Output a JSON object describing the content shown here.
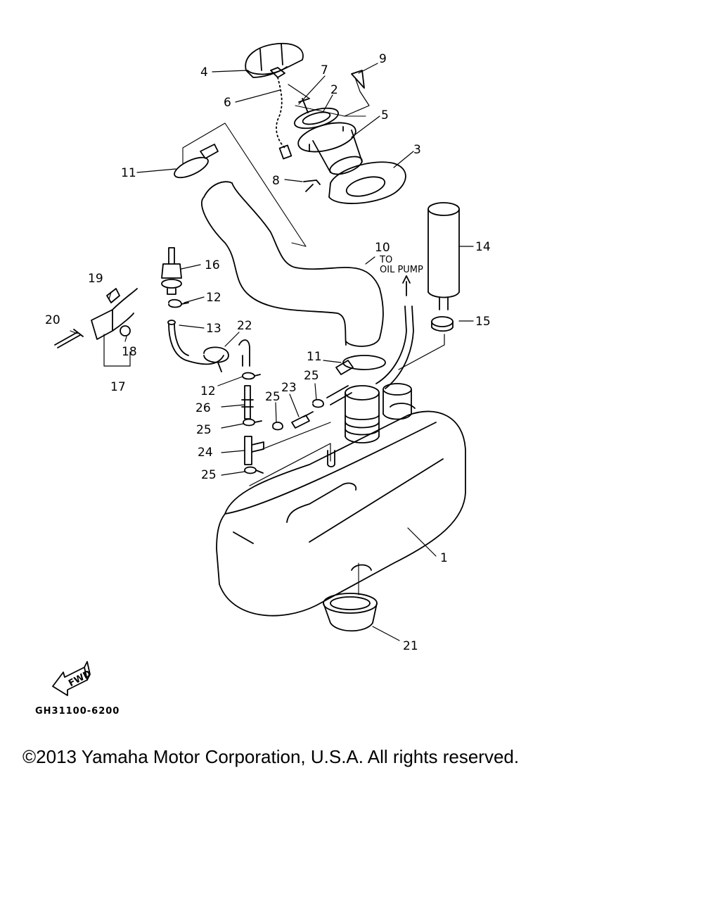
{
  "labels": {
    "c1": "1",
    "c2": "2",
    "c3": "3",
    "c4": "4",
    "c5": "5",
    "c6": "6",
    "c7": "7",
    "c8": "8",
    "c9": "9",
    "c10": "10",
    "c11a": "11",
    "c11b": "11",
    "c12a": "12",
    "c12b": "12",
    "c13": "13",
    "c14": "14",
    "c15": "15",
    "c16": "16",
    "c17": "17",
    "c18": "18",
    "c19": "19",
    "c20": "20",
    "c21": "21",
    "c22": "22",
    "c23": "23",
    "c24": "24",
    "c25a": "25",
    "c25b": "25",
    "c25c": "25",
    "c25d": "25",
    "c26": "26"
  },
  "annotation_to": "TO",
  "annotation_pump": "OIL PUMP",
  "fwd_label": "FWD",
  "part_number": "GH31100-6200",
  "copyright": "©2013 Yamaha Motor Corporation, U.S.A. All rights reserved."
}
